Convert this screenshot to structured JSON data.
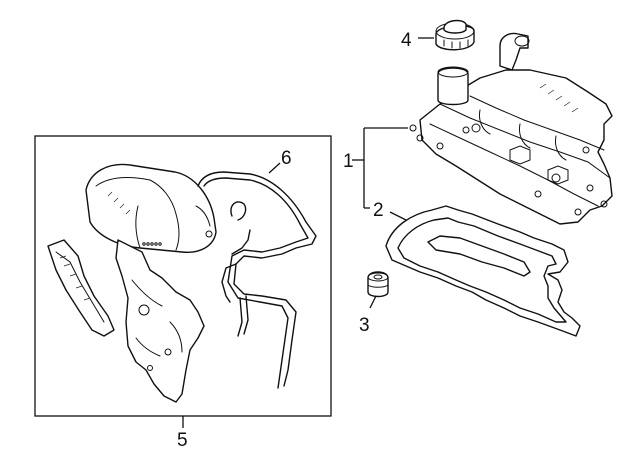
{
  "diagram": {
    "callouts": {
      "c1": "1",
      "c2": "2",
      "c3": "3",
      "c4": "4",
      "c5": "5",
      "c6": "6"
    },
    "colors": {
      "line": "#111111",
      "background": "#ffffff"
    }
  }
}
